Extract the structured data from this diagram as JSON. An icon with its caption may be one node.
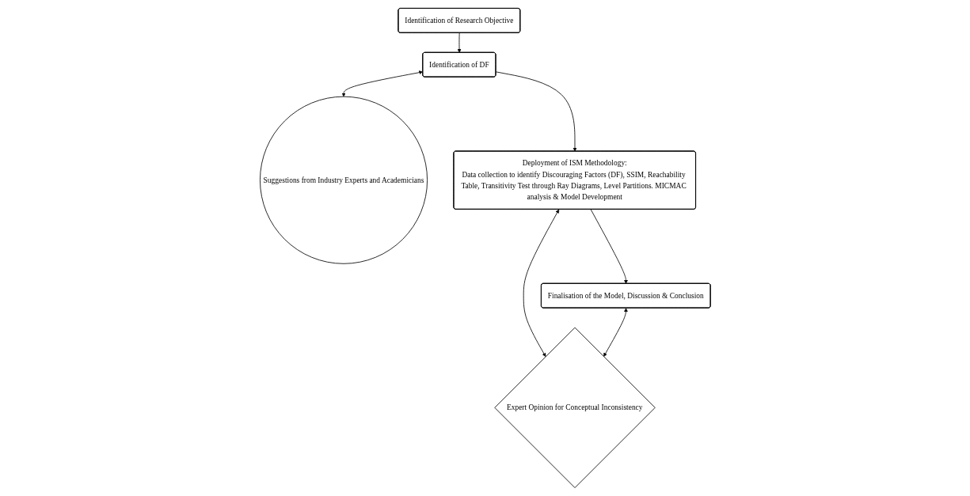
{
  "diagram": {
    "nodes": [
      {
        "text": [
          "Identification of Research Objective"
        ]
      },
      {
        "text": [
          "Identification of DF"
        ]
      },
      {
        "text": [
          "Suggestions from Industry Experts and Academicians"
        ]
      },
      {
        "text": [
          "Deployment of ISM Methodology:",
          "Data collection to identify Discouraging Factors (DF), SSIM, Reachability Table, Transitivity Test through Ray Diagrams, Level Partitions. MICMAC analysis & Model Development"
        ]
      },
      {
        "text": [
          "Expert Opinion for Conceptual Inconsistency"
        ]
      },
      {
        "text": [
          "Finalisation of the Model, Discussion & Conclusion"
        ]
      }
    ],
    "edges": [
      {
        "from": 0,
        "to": 1,
        "arrow": "to"
      },
      {
        "from": 1,
        "to": 2,
        "arrow": "both"
      },
      {
        "from": 1,
        "to": 3,
        "arrow": "to"
      },
      {
        "from": 3,
        "to": 4,
        "arrow": "both"
      },
      {
        "from": 3,
        "to": 5,
        "arrow": "to"
      },
      {
        "from": 5,
        "to": 4,
        "arrow": "both"
      }
    ]
  }
}
